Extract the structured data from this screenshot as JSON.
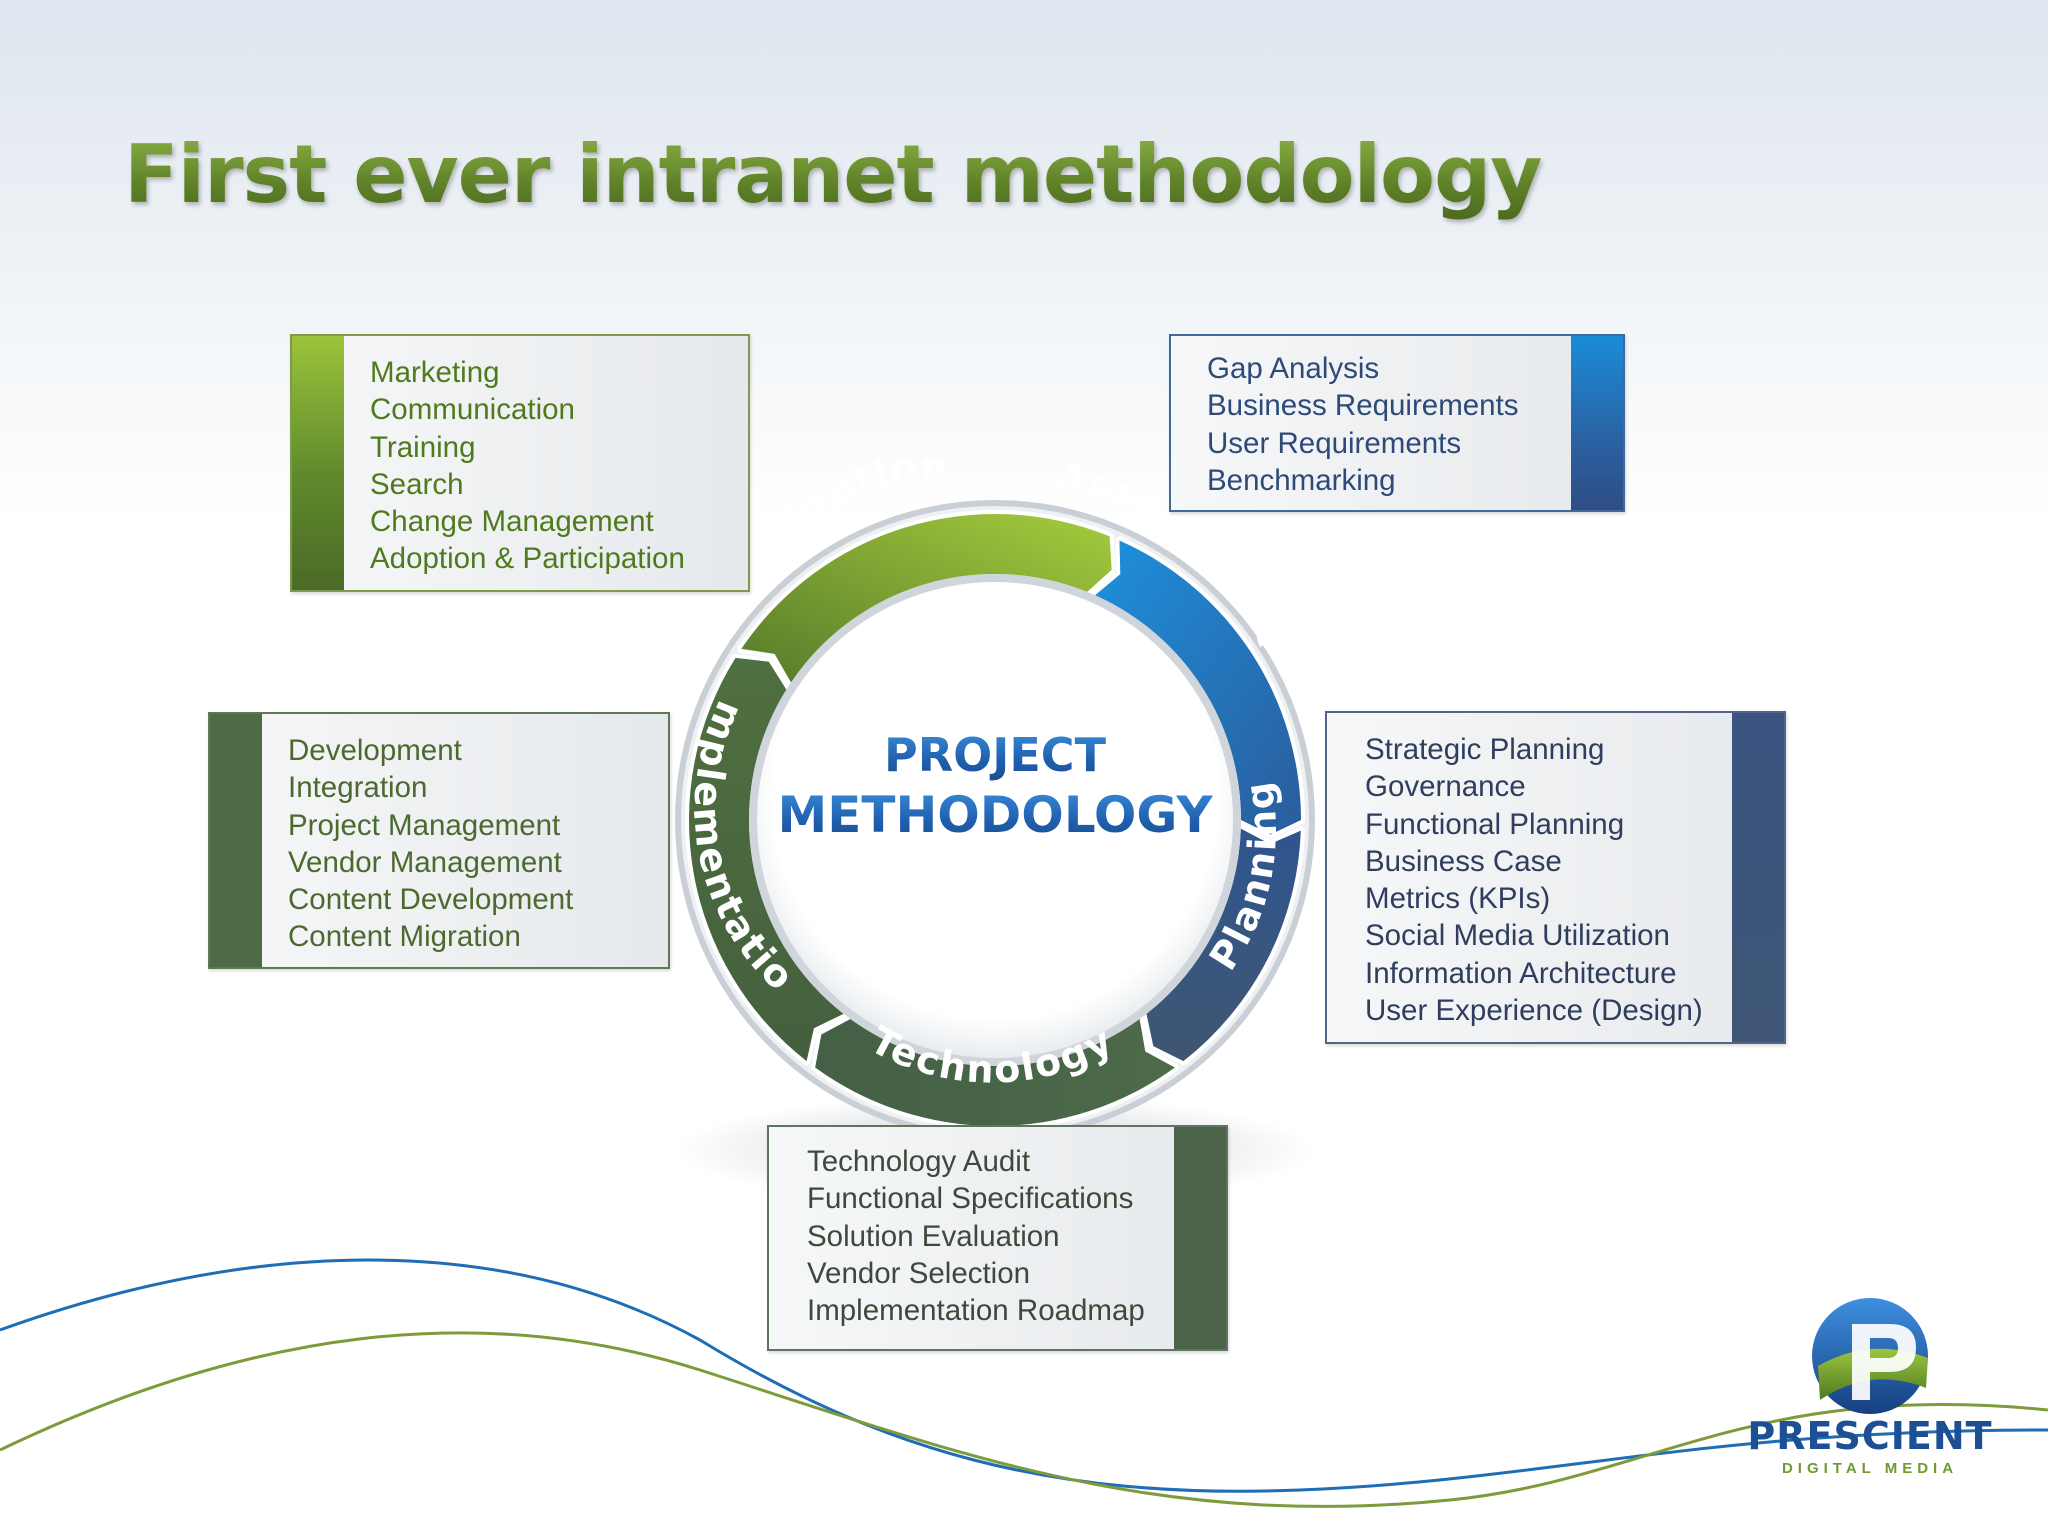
{
  "title": "First ever intranet methodology",
  "center": {
    "line1": "PROJECT",
    "line2": "METHODOLOGY"
  },
  "phases": [
    {
      "id": "adoption",
      "label": "Adoption",
      "color": "#7ba33a",
      "items": [
        "Marketing",
        "Communication",
        "Training",
        "Search",
        "Change Management",
        "Adoption & Participation"
      ]
    },
    {
      "id": "assessment",
      "label": "Assessment",
      "color": "#1f7ac6",
      "items": [
        "Gap Analysis",
        "Business Requirements",
        "User Requirements",
        "Benchmarking"
      ]
    },
    {
      "id": "planning",
      "label": "Planning",
      "color": "#34507e",
      "items": [
        "Strategic Planning",
        "Governance",
        "Functional Planning",
        "Business Case",
        "Metrics (KPIs)",
        "Social Media Utilization",
        "Information Architecture",
        "User Experience (Design)"
      ]
    },
    {
      "id": "technology",
      "label": "Technology",
      "color": "#4a6447",
      "items": [
        "Technology Audit",
        "Functional Specifications",
        "Solution Evaluation",
        "Vendor Selection",
        "Implementation Roadmap"
      ]
    },
    {
      "id": "implementation",
      "label": "Implementation",
      "color": "#4e6b42",
      "items": [
        "Development",
        "Integration",
        "Project Management",
        "Vendor Management",
        "Content Development",
        "Content Migration"
      ]
    }
  ],
  "logo": {
    "name": "PRESCIENT",
    "subtitle": "DIGITAL MEDIA"
  },
  "colors": {
    "title_green": "#6a8b2e",
    "center_blue": "#1f5fae",
    "wave_blue": "#1f6db5",
    "wave_green": "#7d9a3c"
  }
}
